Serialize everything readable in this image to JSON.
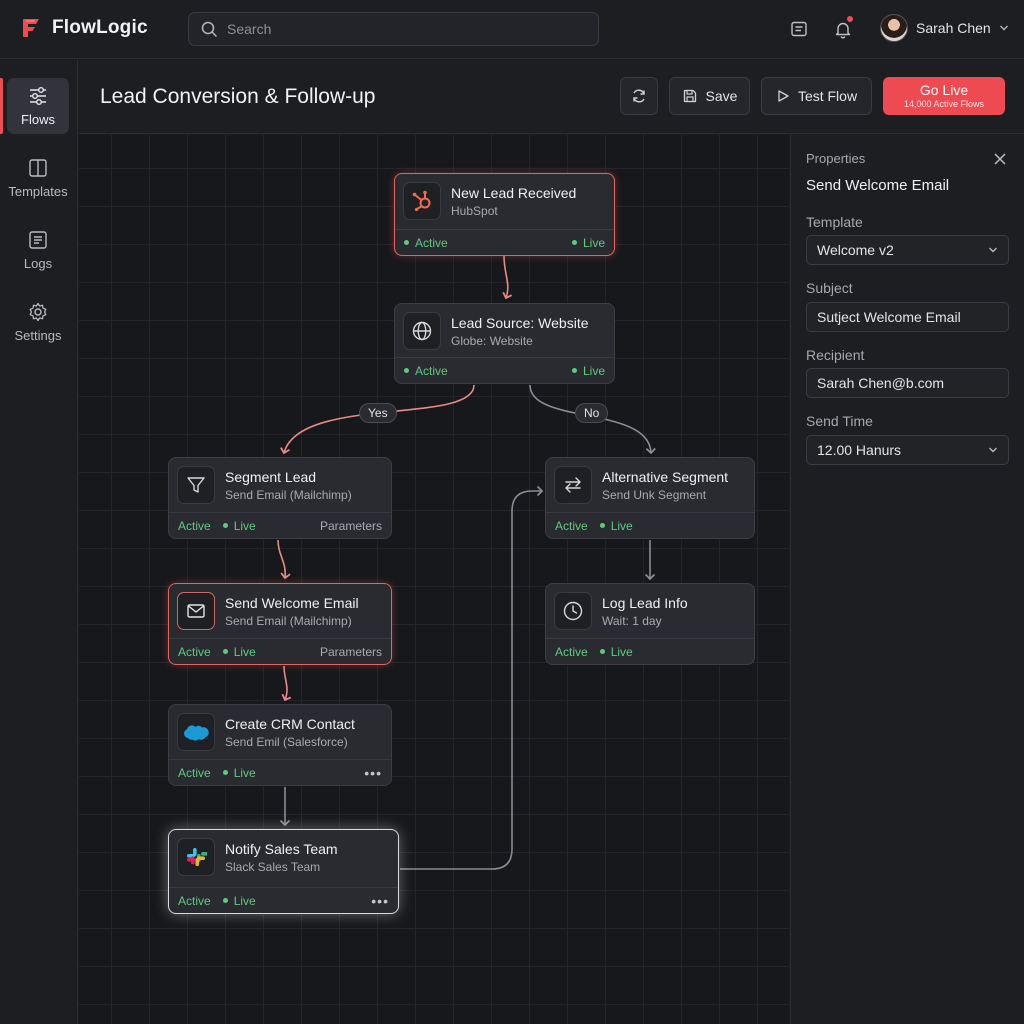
{
  "app": {
    "name": "FlowLogic"
  },
  "search": {
    "placeholder": "Search"
  },
  "user": {
    "name": "Sarah Chen"
  },
  "nav": [
    {
      "label": "Flows",
      "icon": "sliders-icon",
      "active": true
    },
    {
      "label": "Templates",
      "icon": "columns-icon"
    },
    {
      "label": "Logs",
      "icon": "list-icon"
    },
    {
      "label": "Settings",
      "icon": "gear-icon"
    }
  ],
  "header": {
    "title": "Lead Conversion & Follow-up",
    "save_label": "Save",
    "test_label": "Test Flow",
    "golive_label": "Go Live",
    "golive_sub": "14,000 Active Flows"
  },
  "nodes": {
    "new_lead": {
      "title": "New Lead Received",
      "subtitle": "HubSpot",
      "status": "Active",
      "live": "Live",
      "icon": "hubspot-icon"
    },
    "lead_source": {
      "title": "Lead Source: Website",
      "subtitle": "Globe: Website",
      "status": "Active",
      "live": "Live",
      "icon": "globe-icon"
    },
    "segment_lead": {
      "title": "Segment Lead",
      "subtitle": "Send Email (Mailchimp)",
      "status": "Active",
      "live": "Live",
      "extra": "Parameters",
      "icon": "filter-icon"
    },
    "alt_segment": {
      "title": "Alternative Segment",
      "subtitle": "Send Unk Segment",
      "status": "Active",
      "live": "Live",
      "icon": "swap-arrows-icon"
    },
    "welcome_email": {
      "title": "Send Welcome Email",
      "subtitle": "Send Email (Mailchimp)",
      "status": "Active",
      "live": "Live",
      "extra": "Parameters",
      "icon": "mail-icon"
    },
    "log_lead": {
      "title": "Log Lead Info",
      "subtitle": "Wait: 1 day",
      "status": "Active",
      "live": "Live",
      "icon": "clock-icon"
    },
    "crm_contact": {
      "title": "Create CRM Contact",
      "subtitle": "Send Emil (Salesforce)",
      "status": "Active",
      "live": "Live",
      "icon": "salesforce-icon"
    },
    "notify_sales": {
      "title": "Notify Sales Team",
      "subtitle": "Slack Sales Team",
      "status": "Active",
      "live": "Live",
      "icon": "slack-icon"
    }
  },
  "branches": {
    "yes": "Yes",
    "no": "No"
  },
  "properties": {
    "label": "Properties",
    "title": "Send Welcome Email",
    "template_label": "Template",
    "template_value": "Welcome v2",
    "subject_label": "Subject",
    "subject_value": "Sutject Welcome Email",
    "recipient_label": "Recipient",
    "recipient_value": "Sarah Chen@b.com",
    "sendtime_label": "Send Time",
    "sendtime_value": "12.00 Hanurs"
  },
  "colors": {
    "accent": "#ee4a52",
    "status": "#5fca7d",
    "background": "#17181b"
  }
}
